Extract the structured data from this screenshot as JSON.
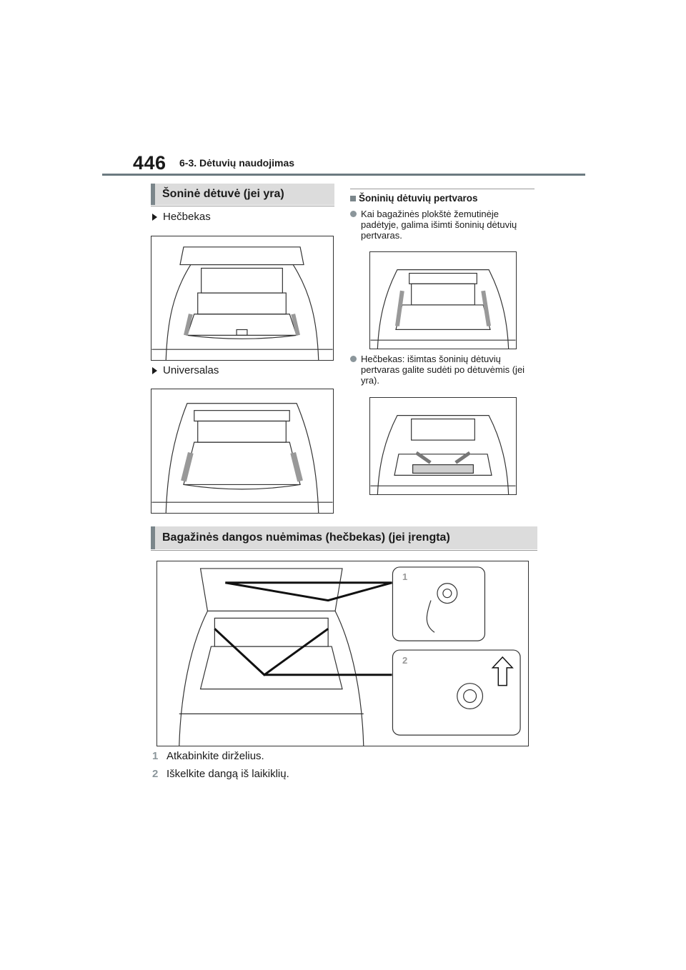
{
  "header": {
    "page_number": "446",
    "section": "6-3. Dėtuvių naudojimas"
  },
  "left": {
    "title": "Šoninė dėtuvė (jei yra)",
    "items": [
      {
        "label": "Hečbekas"
      },
      {
        "label": "Universalas"
      }
    ]
  },
  "right": {
    "subhead": "Šoninių dėtuvių pertvaros",
    "notes": [
      {
        "text": "Kai bagažinės plokštė žemutinėje padėtyje, galima išimti šoninių dėtuvių pertvaras."
      },
      {
        "text": "Hečbekas: išimtas šoninių dėtuvių pertvaras galite sudėti po dėtuvėmis (jei yra)."
      }
    ]
  },
  "bottom": {
    "title": "Bagažinės dangos nuėmimas (hečbekas) (jei įrengta)",
    "callouts": [
      "1",
      "2"
    ],
    "steps": [
      {
        "num": "1",
        "text": "Atkabinkite dirželius."
      },
      {
        "num": "2",
        "text": "Iškelkite dangą iš laikiklių."
      }
    ]
  },
  "icons": [
    "arrow-right-bullet-icon",
    "square-bullet-icon",
    "circle-bullet-icon",
    "rotate-arrow-icon",
    "up-arrow-icon"
  ]
}
